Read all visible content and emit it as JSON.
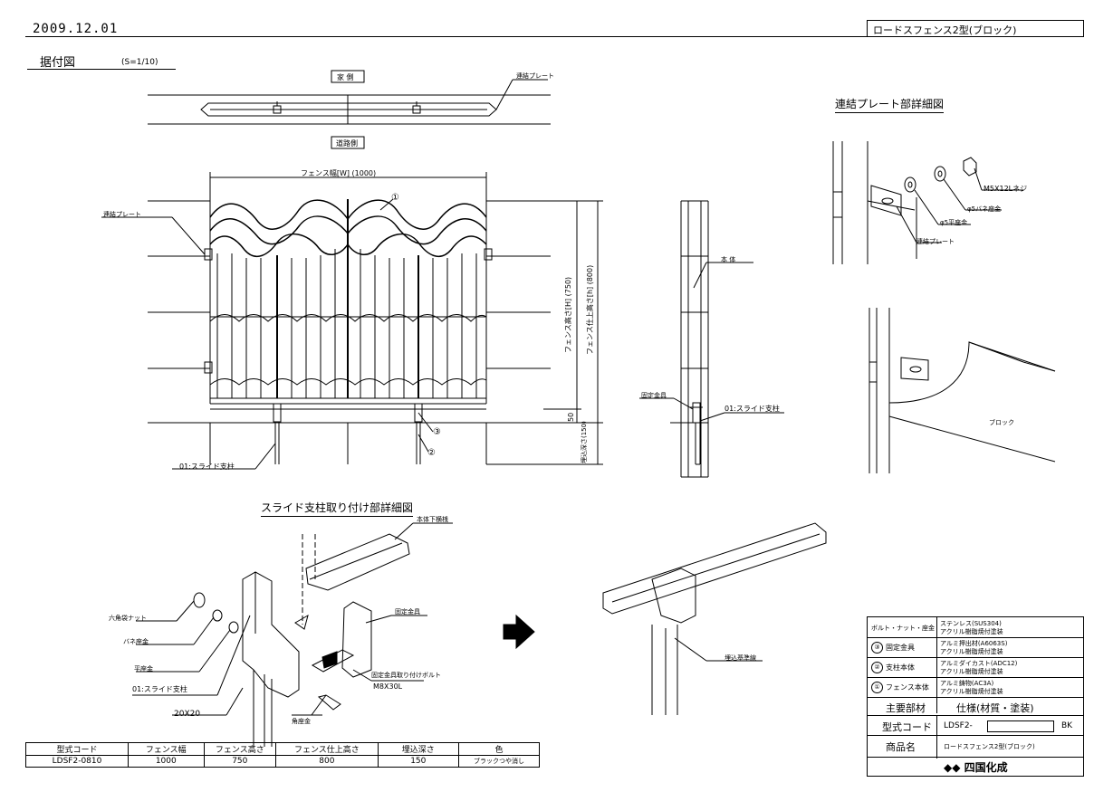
{
  "header": {
    "date": "2009.12.01",
    "product_title": "ロードスフェンス2型(ブロック)"
  },
  "installation": {
    "title": "据付図",
    "scale": "(S=1/10)",
    "house_side": "家 側",
    "road_side": "道路側",
    "connect_plate": "連結プレート",
    "connect_plate_left": "連結プレート",
    "width_dim": "フェンス幅[W] (1000)",
    "height_dim_h": "フェンス高さ[H] (750)",
    "height_dim_finish": "フェンス仕上高さ[h] (800)",
    "dim_50": "50",
    "burial_depth": "埋込深さ(150)",
    "slide_post": "01:スライド支柱",
    "callout_1": "①",
    "callout_2": "②",
    "callout_3": "③"
  },
  "side_view": {
    "body": "本 体",
    "fixing_bracket": "固定金具",
    "slide_post": "01:スライド支柱"
  },
  "plate_detail": {
    "title": "連結プレート部詳細図",
    "screw": "M5X12Lネジ",
    "spring_washer": "φ5バネ座金",
    "flat_washer": "φ5平座金",
    "plate": "連結プレート",
    "block": "ブロック"
  },
  "slide_detail": {
    "title": "スライド支柱取り付け部詳細図",
    "bottom_frame": "本体下横桟",
    "hex_nut": "六角袋ナット",
    "spring_washer": "バネ座金",
    "flat_washer": "平座金",
    "slide_post": "01:スライド支柱",
    "fixing_bracket": "固定金具",
    "bolt": "固定金具取り付けボルト",
    "bolt_size": "M8X30L",
    "square_washer": "角座金",
    "size": "20X20",
    "embed_line": "埋込基準線"
  },
  "spec_table": {
    "headers": [
      "型式コード",
      "フェンス幅",
      "フェンス高さ",
      "フェンス仕上高さ",
      "埋込深さ",
      "色"
    ],
    "row": [
      "LDSF2-0810",
      "1000",
      "750",
      "800",
      "150",
      "ブラックつや消し"
    ]
  },
  "legend": {
    "rows": [
      {
        "label": "ボルト・ナット・座金",
        "spec1": "ステンレス(SUS304)",
        "spec2": "アクリル樹脂焼付塗装"
      },
      {
        "num": "③",
        "label": "固定金具",
        "spec1": "アルミ押出材(A6063S)",
        "spec2": "アクリル樹脂焼付塗装"
      },
      {
        "num": "②",
        "label": "支柱本体",
        "spec1": "アルミダイカスト(ADC12)",
        "spec2": "アクリル樹脂焼付塗装"
      },
      {
        "num": "①",
        "label": "フェンス本体",
        "spec1": "アルミ鋳物(AC3A)",
        "spec2": "アクリル樹脂焼付塗装"
      }
    ],
    "main_material": "主要部材",
    "spec_label": "仕様(材質・塗装)",
    "model_code_label": "型式コード",
    "model_code_value": "LDSF2-",
    "model_code_suffix": "BK",
    "product_name_label": "商品名",
    "product_name_value": "ロードスフェンス2型(ブロック)",
    "company": "四国化成"
  }
}
